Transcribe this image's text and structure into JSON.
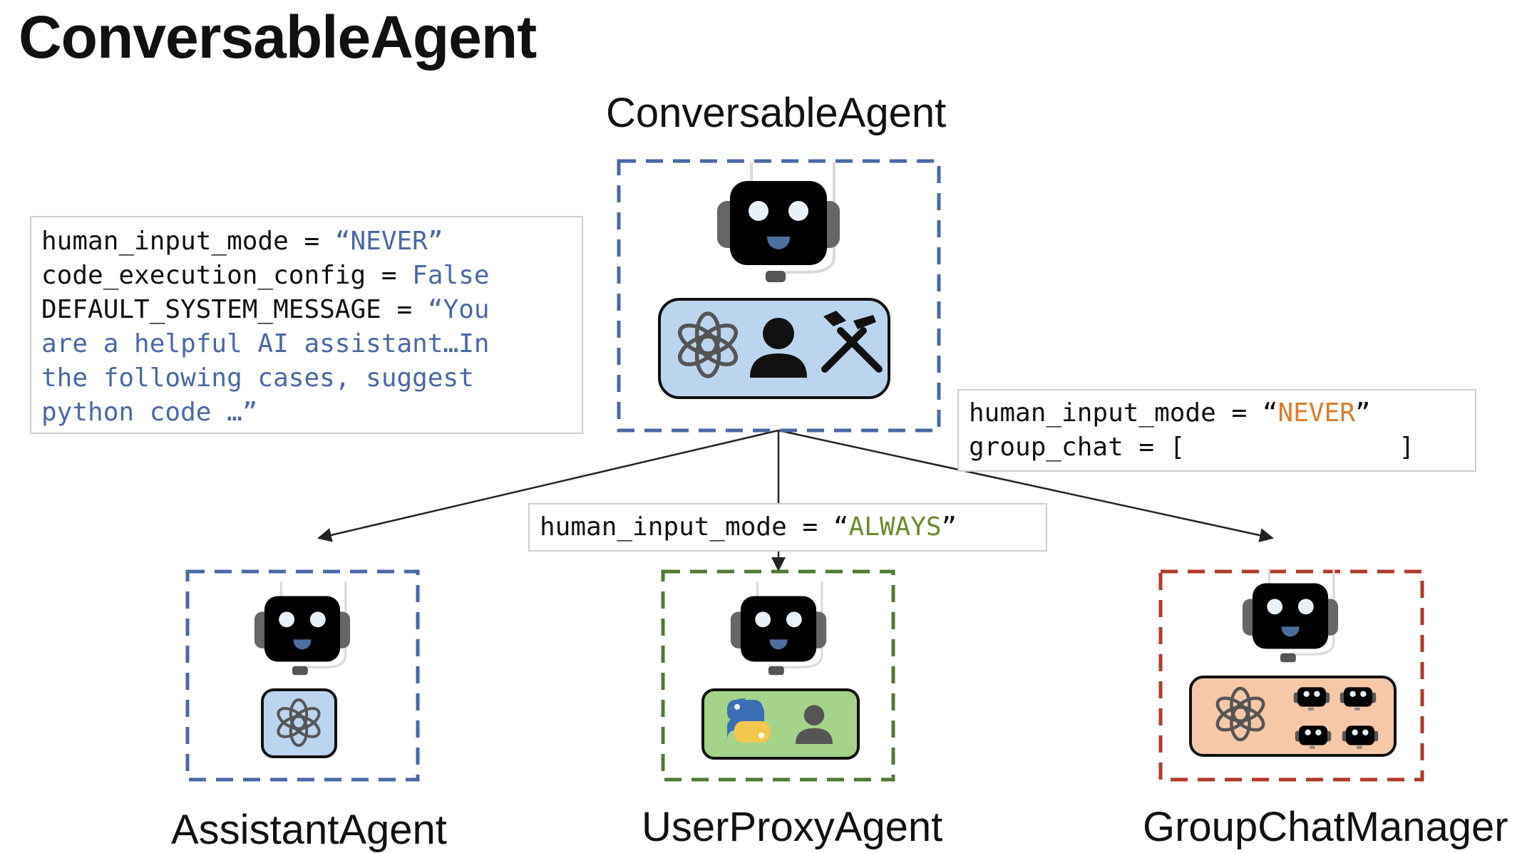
{
  "slide_title": "ConversableAgent",
  "root": {
    "label": "ConversableAgent"
  },
  "children": [
    {
      "label": "AssistantAgent"
    },
    {
      "label": "UserProxyAgent"
    },
    {
      "label": "GroupChatManager"
    }
  ],
  "config_left": {
    "line1_key": "human_input_mode = ",
    "line1_value": "“NEVER”",
    "line2_key": "code_execution_config = ",
    "line2_value": "False",
    "line3_key": "DEFAULT_SYSTEM_MESSAGE = ",
    "line3_value": "“You",
    "line4": "are a helpful AI assistant…In",
    "line5": "the following cases, suggest",
    "line6": "python code …”"
  },
  "config_right": {
    "line1_key": "human_input_mode = ",
    "line1_value_open": "“",
    "line1_value": "NEVER",
    "line1_value_close": "”",
    "line2_key": "group_chat = [",
    "line2_close": "]"
  },
  "config_middle": {
    "key": "human_input_mode = ",
    "value_open": "“",
    "value": "ALWAYS",
    "value_close": "”"
  },
  "colors": {
    "blue": "#4a68a8",
    "green": "#4f7a33",
    "red": "#b23a2a",
    "robot_blue": "#7fa8e0",
    "robot_green": "#75a35a",
    "robot_brown": "#b8724a",
    "panel_blue": "#bcd5ef",
    "panel_green": "#a6d38a",
    "panel_peach": "#f7c8a8"
  },
  "icons": [
    "robot-icon",
    "openai-icon",
    "person-icon",
    "tools-icon",
    "python-icon"
  ]
}
